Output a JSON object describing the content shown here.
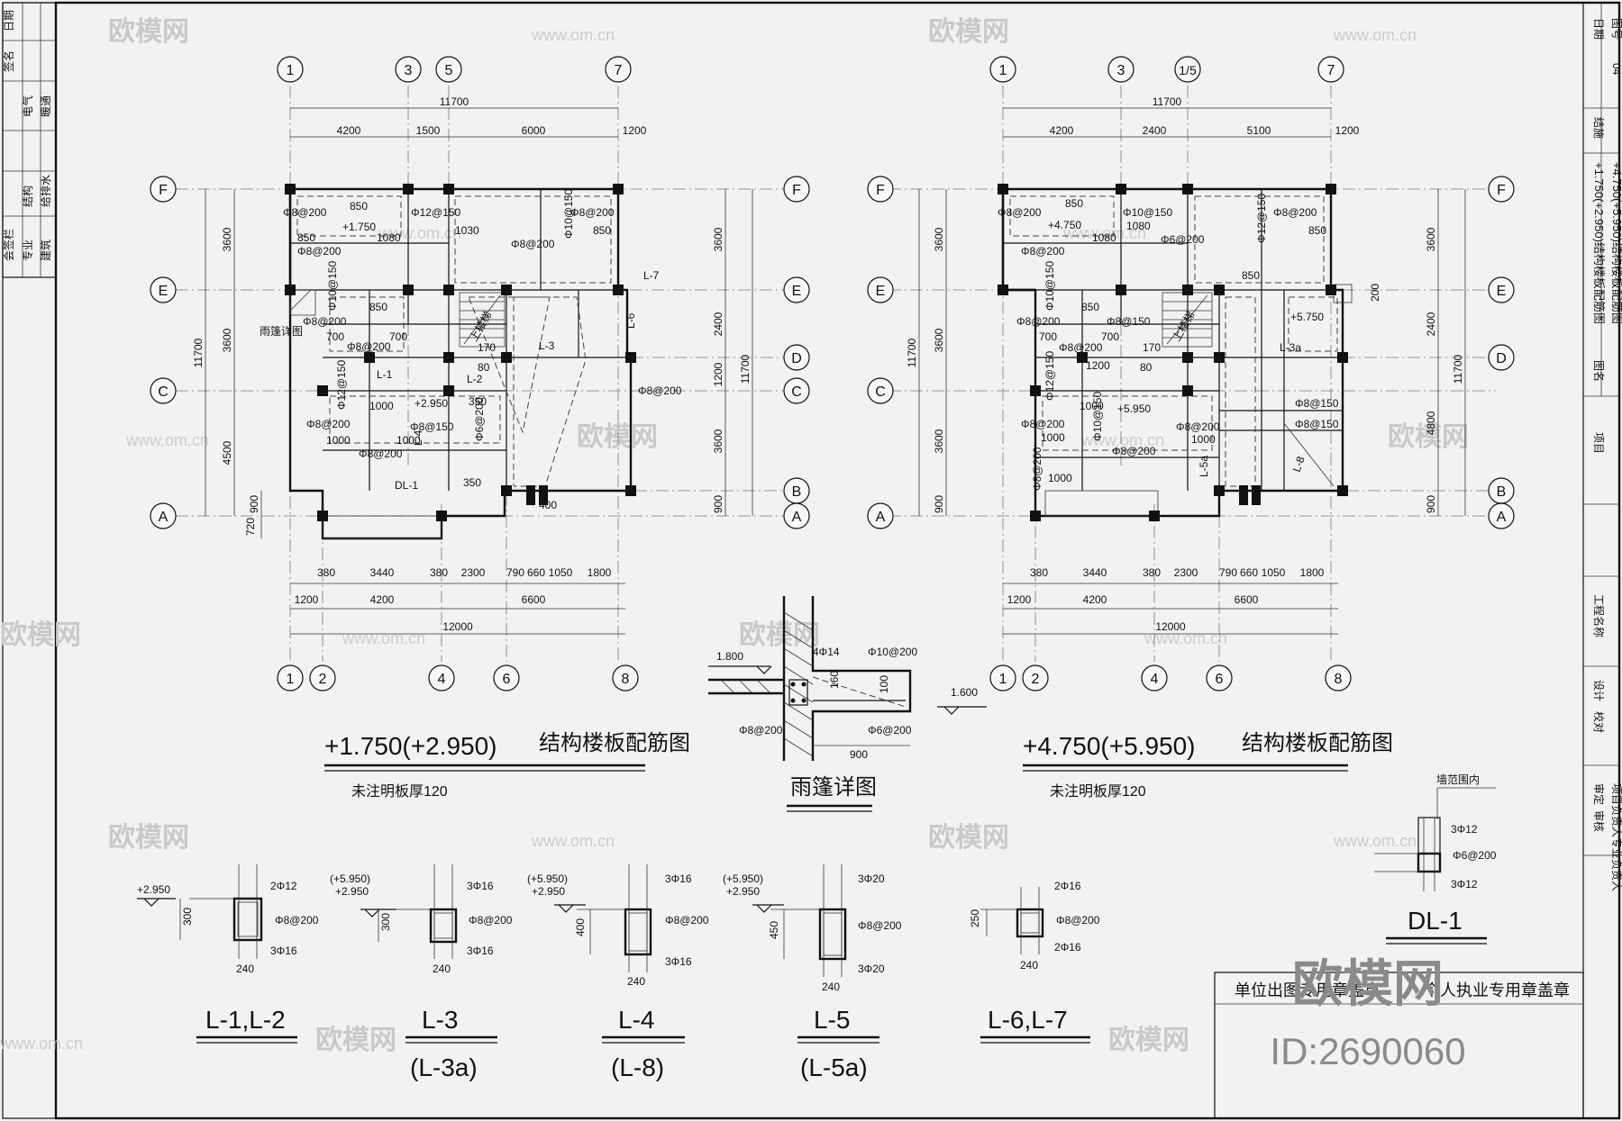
{
  "watermarks": {
    "brand": "欧模网",
    "url": "www.om.cn",
    "big_brand": "欧模网",
    "id_text": "ID:2690060"
  },
  "plan_left": {
    "title_level": "+1.750(+2.950)",
    "title_text": "结构楼板配筋图",
    "note": "未注明板厚120",
    "top_axes": [
      "1",
      "3",
      "5",
      "7"
    ],
    "bottom_axes": [
      "1",
      "2",
      "4",
      "6",
      "8"
    ],
    "row_axes": [
      "F",
      "E",
      "D",
      "C",
      "B",
      "A"
    ],
    "top_overall": "11700",
    "top_dims": [
      "4200",
      "1500",
      "6000",
      "1200"
    ],
    "bottom_dims1": [
      "380",
      "3440",
      "380",
      "2300",
      "790",
      "660",
      "1050",
      "1800"
    ],
    "bottom_dims2": [
      "1200",
      "4200",
      "6600"
    ],
    "bottom_overall": "12000",
    "left_overall": "11700",
    "left_dims": [
      "3600",
      "3600",
      "4500"
    ],
    "left_small": [
      "900",
      "720"
    ],
    "right_dims": [
      "3600",
      "2400",
      "1200",
      "3600",
      "900"
    ],
    "right_overall": "11700",
    "labels": [
      "Φ8@200",
      "Φ8@200",
      "Φ12@150",
      "Φ8@200",
      "Φ8@200",
      "Φ10@150",
      "Φ8@200",
      "Φ8@200",
      "Φ10@150",
      "Φ8@200",
      "Φ12@150",
      "Φ8@200",
      "Φ8@200",
      "Φ6@200",
      "Φ8@150",
      "+1.750",
      "+2.950",
      "雨篷详图",
      "L-1",
      "L-2",
      "L-3",
      "L-4",
      "L-6",
      "L-7",
      "DL-1",
      "上楼梯"
    ],
    "nums": [
      "850",
      "850",
      "1080",
      "1030",
      "850",
      "850",
      "700",
      "700",
      "1000",
      "1000",
      "1000",
      "170",
      "80",
      "350",
      "350",
      "400"
    ]
  },
  "plan_right": {
    "title_level": "+4.750(+5.950)",
    "title_text": "结构楼板配筋图",
    "note": "未注明板厚120",
    "top_axes": [
      "1",
      "3",
      "1/5",
      "7"
    ],
    "bottom_axes": [
      "1",
      "2",
      "4",
      "6",
      "8"
    ],
    "row_axes": [
      "F",
      "E",
      "D",
      "C",
      "B",
      "A"
    ],
    "top_overall": "11700",
    "top_dims": [
      "4200",
      "2400",
      "5100",
      "1200"
    ],
    "bottom_dims1": [
      "380",
      "3440",
      "380",
      "2300",
      "790",
      "660",
      "1050",
      "1800"
    ],
    "bottom_dims2": [
      "1200",
      "4200",
      "6600"
    ],
    "bottom_overall": "12000",
    "left_overall": "11700",
    "left_dims": [
      "3600",
      "3600",
      "3600"
    ],
    "left_small": [
      "900"
    ],
    "right_dims": [
      "3600",
      "2400",
      "4800",
      "900"
    ],
    "right_overall": "11700",
    "right_small": "200",
    "labels": [
      "Φ8@200",
      "Φ10@150",
      "Φ8@200",
      "Φ8@200",
      "Φ6@200",
      "Φ12@150",
      "Φ10@150",
      "Φ8@200",
      "Φ8@150",
      "Φ8@200",
      "Φ12@150",
      "Φ8@200",
      "Φ10@150",
      "Φ8@200",
      "Φ8@200",
      "Φ8@150",
      "Φ8@150",
      "Φ8@200",
      "+4.750",
      "+5.750",
      "+5.950",
      "L-3a",
      "L-5a",
      "L-8",
      "上楼梯"
    ],
    "nums": [
      "850",
      "850",
      "1080",
      "1080",
      "850",
      "850",
      "700",
      "700",
      "1200",
      "1000",
      "1000",
      "1000",
      "170",
      "80",
      "1000"
    ]
  },
  "canopy": {
    "title": "雨篷详图",
    "level_upper": "1.800",
    "level_lower": "1.600",
    "rebar_top": "4Φ14",
    "rebar_slab": "Φ10@200",
    "stirrup": "Φ8@200",
    "dist": "Φ6@200",
    "dim_160": "160",
    "dim_100": "100",
    "dim_900": "900"
  },
  "beams": [
    {
      "name": "L-1,L-2",
      "sub": "",
      "level": "+2.950",
      "level2": "",
      "top": "2Φ12",
      "stirrup": "Φ8@200",
      "bottom": "3Φ16",
      "h": "300",
      "b": "240"
    },
    {
      "name": "L-3",
      "sub": "(L-3a)",
      "level": "+2.950",
      "level2": "(+5.950)",
      "top": "3Φ16",
      "stirrup": "Φ8@200",
      "bottom": "3Φ16",
      "h": "300",
      "b": "240"
    },
    {
      "name": "L-4",
      "sub": "(L-8)",
      "level": "+2.950",
      "level2": "(+5.950)",
      "top": "3Φ16",
      "stirrup": "Φ8@200",
      "bottom": "3Φ16",
      "h": "400",
      "b": "240"
    },
    {
      "name": "L-5",
      "sub": "(L-5a)",
      "level": "+2.950",
      "level2": "(+5.950)",
      "top": "3Φ20",
      "stirrup": "Φ8@200",
      "bottom": "3Φ20",
      "h": "450",
      "b": "240"
    },
    {
      "name": "L-6,L-7",
      "sub": "",
      "level": "",
      "level2": "",
      "top": "2Φ16",
      "stirrup": "Φ8@200",
      "bottom": "2Φ16",
      "h": "250",
      "b": "240"
    }
  ],
  "dl1": {
    "name": "DL-1",
    "note": "墙范围内",
    "top": "3Φ12",
    "stirrup": "Φ6@200",
    "bottom": "3Φ12"
  },
  "stamp": {
    "text1": "单位出图专用章盖章",
    "text2": "个人执业专用章盖章"
  },
  "title_block": {
    "drawing_name_1": "+1.750(+2.950)结构楼板配筋图",
    "drawing_name_2": "+4.750(+5.950)结构楼板配筋图",
    "discipline": "结施",
    "sheet_no": "04",
    "labels": [
      "日期",
      "图号",
      "图名",
      "项目",
      "工程名称",
      "设计",
      "校对",
      "审定",
      "审核",
      "项目负责人",
      "专业负责人"
    ]
  },
  "left_strip": {
    "labels": [
      "会签栏",
      "专业",
      "建筑",
      "结构",
      "给排水",
      "电气",
      "暖通",
      "签名",
      "日期"
    ]
  }
}
